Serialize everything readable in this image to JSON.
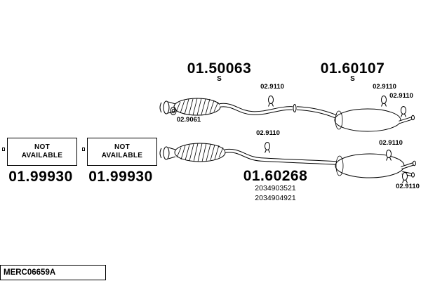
{
  "not_available": {
    "line1": "NOT",
    "line2": "AVAILABLE"
  },
  "parts": {
    "front_pipe_left": {
      "number": "01.99930"
    },
    "front_pipe_right": {
      "number": "01.99930"
    },
    "center_silencer": {
      "number": "01.50063",
      "variant": "S"
    },
    "rear_silencer_upper": {
      "number": "01.60107",
      "variant": "S"
    },
    "rear_silencer_lower": {
      "number": "01.60268",
      "oe_numbers": [
        "2034903521",
        "2034904921"
      ]
    },
    "clamp": {
      "number": "02.9110"
    },
    "gasket": {
      "number": "02.9061"
    }
  },
  "footer": {
    "diagram_code": "MERC06659A"
  },
  "colors": {
    "ink": "#000000",
    "background": "#ffffff"
  }
}
